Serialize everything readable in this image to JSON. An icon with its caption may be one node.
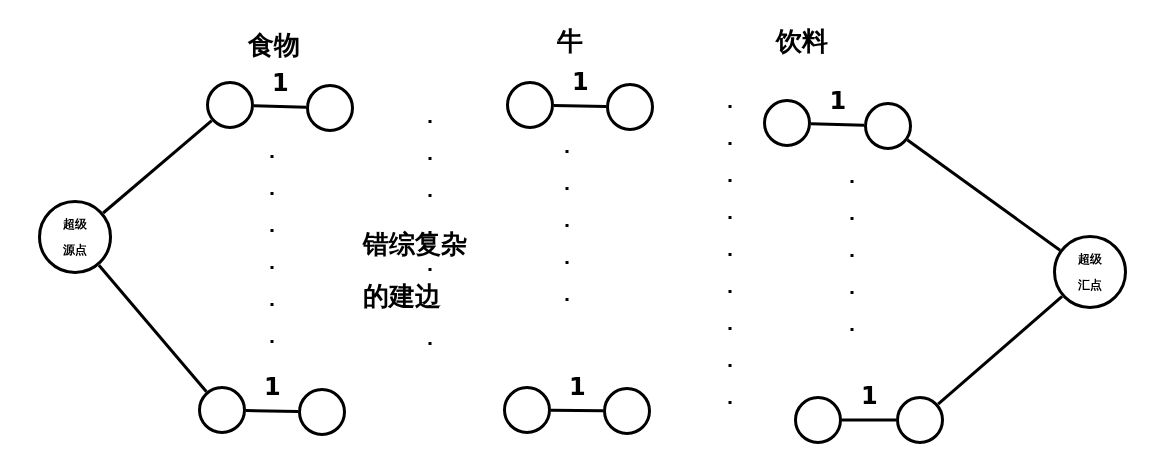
{
  "diagram": {
    "nodes": [
      {
        "text": [
          "超级源点"
        ]
      },
      {
        "text": [],
        "shape": "circle"
      },
      {
        "text": [],
        "shape": "circle"
      },
      {
        "text": [],
        "shape": "circle"
      },
      {
        "text": [],
        "shape": "circle"
      },
      {
        "text": [],
        "shape": "circle"
      },
      {
        "text": [],
        "shape": "circle"
      },
      {
        "text": [],
        "shape": "circle"
      },
      {
        "text": [],
        "shape": "circle"
      },
      {
        "text": [],
        "shape": "circle"
      },
      {
        "text": [],
        "shape": "circle"
      },
      {
        "text": [],
        "shape": "circle"
      },
      {
        "text": [],
        "shape": "circle"
      },
      {
        "text": [
          "超级汇点"
        ]
      }
    ],
    "edges": [
      {
        "from": 0,
        "to": 1,
        "arrow": "none"
      },
      {
        "from": 0,
        "to": 3,
        "arrow": "none"
      },
      {
        "from": 1,
        "to": 2,
        "arrow": "none",
        "label": "1"
      },
      {
        "from": 3,
        "to": 4,
        "arrow": "none",
        "label": "1"
      },
      {
        "from": 5,
        "to": 6,
        "arrow": "none",
        "label": "1"
      },
      {
        "from": 7,
        "to": 8,
        "arrow": "none",
        "label": "1"
      },
      {
        "from": 9,
        "to": 10,
        "arrow": "none",
        "label": "1"
      },
      {
        "from": 11,
        "to": 12,
        "arrow": "none",
        "label": "1"
      },
      {
        "from": 10,
        "to": 13,
        "arrow": "none"
      },
      {
        "from": 12,
        "to": 13,
        "arrow": "none"
      }
    ],
    "labels": [
      "食物",
      "牛",
      "饮料",
      "错综复杂的建边"
    ]
  }
}
